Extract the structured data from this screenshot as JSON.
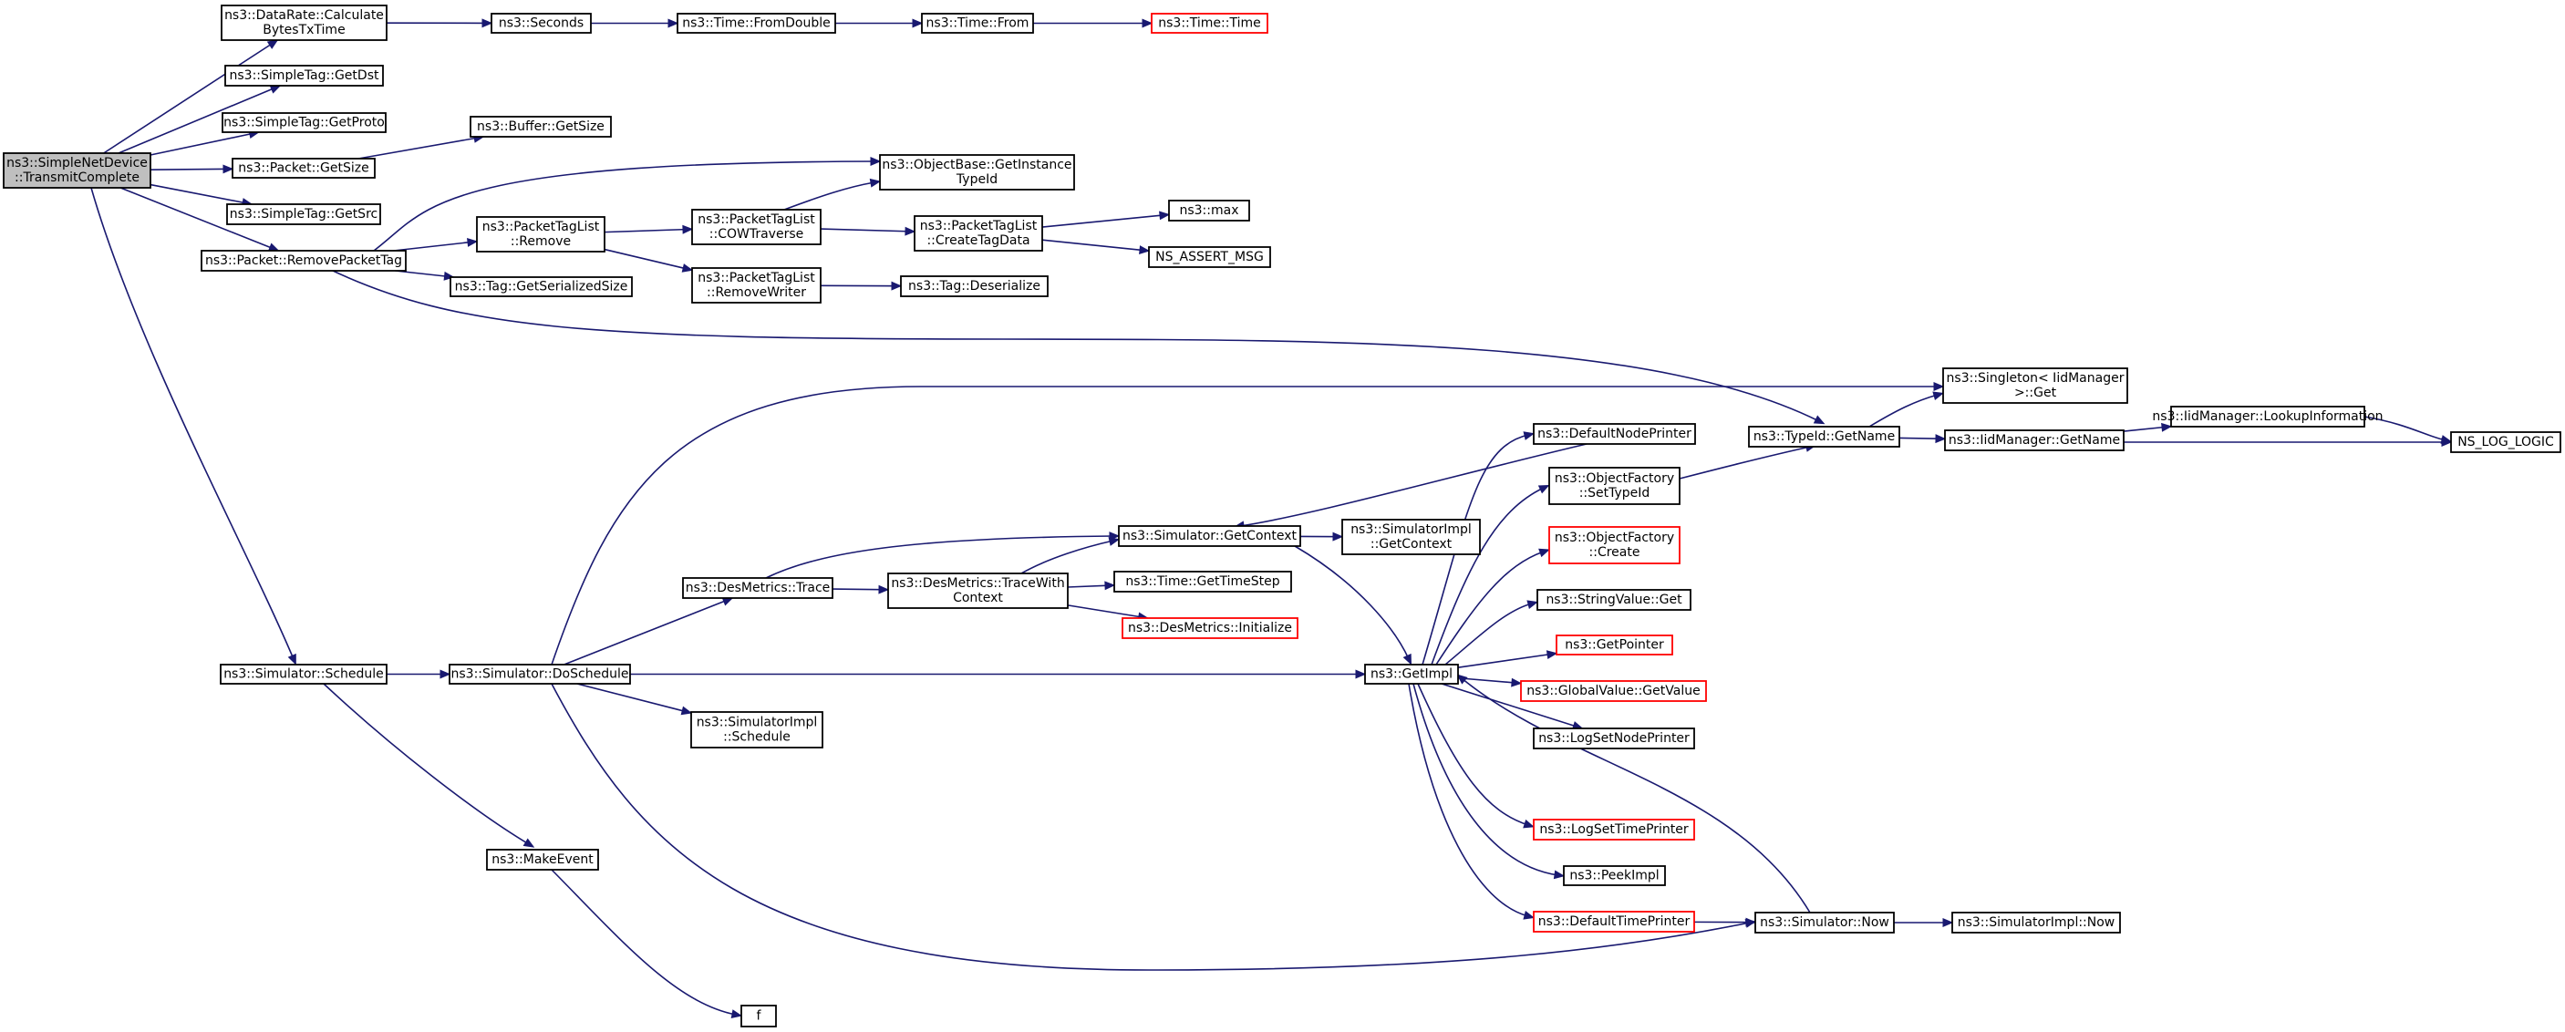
{
  "colors": {
    "edge": "#191970",
    "node_border": "#000000",
    "truncated_border": "#ff0000",
    "root_fill": "#bfbfbf"
  },
  "nodes": {
    "transmit_complete": {
      "lines": [
        "ns3::SimpleNetDevice",
        "::TransmitComplete"
      ],
      "root": true
    },
    "datarate_calc": {
      "lines": [
        "ns3::DataRate::Calculate",
        "BytesTxTime"
      ]
    },
    "seconds": {
      "lines": [
        "ns3::Seconds"
      ]
    },
    "time_fromdouble": {
      "lines": [
        "ns3::Time::FromDouble"
      ]
    },
    "time_from": {
      "lines": [
        "ns3::Time::From"
      ]
    },
    "time_time": {
      "lines": [
        "ns3::Time::Time"
      ],
      "truncated": true
    },
    "simpletag_getdst": {
      "lines": [
        "ns3::SimpleTag::GetDst"
      ]
    },
    "simpletag_getproto": {
      "lines": [
        "ns3::SimpleTag::GetProto"
      ]
    },
    "buffer_getsize": {
      "lines": [
        "ns3::Buffer::GetSize"
      ]
    },
    "packet_getsize": {
      "lines": [
        "ns3::Packet::GetSize"
      ]
    },
    "objectbase_getinstance": {
      "lines": [
        "ns3::ObjectBase::GetInstance",
        "TypeId"
      ]
    },
    "simpletag_getsrc": {
      "lines": [
        "ns3::SimpleTag::GetSrc"
      ]
    },
    "max": {
      "lines": [
        "ns3::max"
      ]
    },
    "ptl_remove": {
      "lines": [
        "ns3::PacketTagList",
        "::Remove"
      ]
    },
    "ptl_cow": {
      "lines": [
        "ns3::PacketTagList",
        "::COWTraverse"
      ]
    },
    "ptl_createtagdata": {
      "lines": [
        "ns3::PacketTagList",
        "::CreateTagData"
      ]
    },
    "packet_removepackettag": {
      "lines": [
        "ns3::Packet::RemovePacketTag"
      ]
    },
    "ns_assert_msg": {
      "lines": [
        "NS_ASSERT_MSG"
      ]
    },
    "ptl_removewriter": {
      "lines": [
        "ns3::PacketTagList",
        "::RemoveWriter"
      ]
    },
    "tag_getserializedsize": {
      "lines": [
        "ns3::Tag::GetSerializedSize"
      ]
    },
    "tag_deserialize": {
      "lines": [
        "ns3::Tag::Deserialize"
      ]
    },
    "singleton_get": {
      "lines": [
        "ns3::Singleton< IidManager",
        " >::Get"
      ]
    },
    "iidmanager_lookup": {
      "lines": [
        "ns3::IidManager::LookupInformation"
      ]
    },
    "defaultnodeprinter": {
      "lines": [
        "ns3::DefaultNodePrinter"
      ]
    },
    "typeid_getname": {
      "lines": [
        "ns3::TypeId::GetName"
      ]
    },
    "iidmanager_getname": {
      "lines": [
        "ns3::IidManager::GetName"
      ]
    },
    "ns_log_logic": {
      "lines": [
        "NS_LOG_LOGIC"
      ]
    },
    "objectfactory_settypeid": {
      "lines": [
        "ns3::ObjectFactory",
        "::SetTypeId"
      ]
    },
    "simulator_getcontext": {
      "lines": [
        "ns3::Simulator::GetContext"
      ]
    },
    "simulatorimpl_getcontext": {
      "lines": [
        "ns3::SimulatorImpl",
        "::GetContext"
      ]
    },
    "objectfactory_create": {
      "lines": [
        "ns3::ObjectFactory",
        "::Create"
      ],
      "truncated": true
    },
    "desmetrics_trace": {
      "lines": [
        "ns3::DesMetrics::Trace"
      ]
    },
    "desmetrics_tracewith": {
      "lines": [
        "ns3::DesMetrics::TraceWith",
        "Context"
      ]
    },
    "time_gettimestep": {
      "lines": [
        "ns3::Time::GetTimeStep"
      ]
    },
    "stringvalue_get": {
      "lines": [
        "ns3::StringValue::Get"
      ]
    },
    "desmetrics_initialize": {
      "lines": [
        "ns3::DesMetrics::Initialize"
      ],
      "truncated": true
    },
    "getpointer": {
      "lines": [
        "ns3::GetPointer"
      ],
      "truncated": true
    },
    "simulator_schedule": {
      "lines": [
        "ns3::Simulator::Schedule"
      ]
    },
    "simulator_doschedule": {
      "lines": [
        "ns3::Simulator::DoSchedule"
      ]
    },
    "getimpl": {
      "lines": [
        "ns3::GetImpl"
      ]
    },
    "globalvalue_getvalue": {
      "lines": [
        "ns3::GlobalValue::GetValue"
      ],
      "truncated": true
    },
    "simulatorimpl_schedule": {
      "lines": [
        "ns3::SimulatorImpl",
        "::Schedule"
      ]
    },
    "lognodeprinter": {
      "lines": [
        "ns3::LogSetNodePrinter"
      ]
    },
    "logtimeprinter": {
      "lines": [
        "ns3::LogSetTimePrinter"
      ],
      "truncated": true
    },
    "makeevent": {
      "lines": [
        "ns3::MakeEvent"
      ]
    },
    "peekimpl": {
      "lines": [
        "ns3::PeekImpl"
      ]
    },
    "defaulttimeprinter": {
      "lines": [
        "ns3::DefaultTimePrinter"
      ],
      "truncated": true
    },
    "simulator_now": {
      "lines": [
        "ns3::Simulator::Now"
      ]
    },
    "simulatorimpl_now": {
      "lines": [
        "ns3::SimulatorImpl::Now"
      ]
    },
    "f": {
      "lines": [
        "f"
      ]
    }
  },
  "edges": [
    [
      "transmit_complete",
      "datarate_calc"
    ],
    [
      "transmit_complete",
      "simpletag_getdst"
    ],
    [
      "transmit_complete",
      "simpletag_getproto"
    ],
    [
      "transmit_complete",
      "packet_getsize"
    ],
    [
      "transmit_complete",
      "simpletag_getsrc"
    ],
    [
      "transmit_complete",
      "packet_removepackettag"
    ],
    [
      "transmit_complete",
      "simulator_schedule"
    ],
    [
      "datarate_calc",
      "seconds"
    ],
    [
      "seconds",
      "time_fromdouble"
    ],
    [
      "time_fromdouble",
      "time_from"
    ],
    [
      "time_from",
      "time_time"
    ],
    [
      "packet_getsize",
      "buffer_getsize"
    ],
    [
      "packet_removepackettag",
      "objectbase_getinstance"
    ],
    [
      "packet_removepackettag",
      "ptl_remove"
    ],
    [
      "packet_removepackettag",
      "tag_getserializedsize"
    ],
    [
      "packet_removepackettag",
      "typeid_getname"
    ],
    [
      "ptl_remove",
      "ptl_cow"
    ],
    [
      "ptl_remove",
      "ptl_removewriter"
    ],
    [
      "ptl_cow",
      "objectbase_getinstance"
    ],
    [
      "ptl_cow",
      "ptl_createtagdata"
    ],
    [
      "ptl_createtagdata",
      "max"
    ],
    [
      "ptl_createtagdata",
      "ns_assert_msg"
    ],
    [
      "ptl_removewriter",
      "tag_deserialize"
    ],
    [
      "typeid_getname",
      "singleton_get"
    ],
    [
      "typeid_getname",
      "iidmanager_getname"
    ],
    [
      "iidmanager_getname",
      "iidmanager_lookup"
    ],
    [
      "iidmanager_getname",
      "ns_log_logic"
    ],
    [
      "iidmanager_lookup",
      "ns_log_logic"
    ],
    [
      "simulator_schedule",
      "simulator_doschedule"
    ],
    [
      "simulator_schedule",
      "makeevent"
    ],
    [
      "makeevent",
      "f"
    ],
    [
      "simulator_doschedule",
      "singleton_get"
    ],
    [
      "simulator_doschedule",
      "desmetrics_trace"
    ],
    [
      "simulator_doschedule",
      "getimpl"
    ],
    [
      "simulator_doschedule",
      "simulatorimpl_schedule"
    ],
    [
      "simulator_doschedule",
      "simulator_now"
    ],
    [
      "desmetrics_trace",
      "simulator_getcontext"
    ],
    [
      "desmetrics_trace",
      "desmetrics_tracewith"
    ],
    [
      "desmetrics_tracewith",
      "simulator_getcontext"
    ],
    [
      "desmetrics_tracewith",
      "time_gettimestep"
    ],
    [
      "desmetrics_tracewith",
      "desmetrics_initialize"
    ],
    [
      "simulator_getcontext",
      "simulatorimpl_getcontext"
    ],
    [
      "simulator_getcontext",
      "getimpl"
    ],
    [
      "defaultnodeprinter",
      "simulator_getcontext"
    ],
    [
      "getimpl",
      "defaultnodeprinter"
    ],
    [
      "getimpl",
      "objectfactory_settypeid"
    ],
    [
      "getimpl",
      "objectfactory_create"
    ],
    [
      "getimpl",
      "stringvalue_get"
    ],
    [
      "getimpl",
      "getpointer"
    ],
    [
      "getimpl",
      "globalvalue_getvalue"
    ],
    [
      "getimpl",
      "lognodeprinter"
    ],
    [
      "getimpl",
      "logtimeprinter"
    ],
    [
      "getimpl",
      "peekimpl"
    ],
    [
      "getimpl",
      "defaulttimeprinter"
    ],
    [
      "objectfactory_settypeid",
      "typeid_getname"
    ],
    [
      "defaulttimeprinter",
      "simulator_now"
    ],
    [
      "simulator_now",
      "getimpl"
    ],
    [
      "simulator_now",
      "simulatorimpl_now"
    ]
  ]
}
